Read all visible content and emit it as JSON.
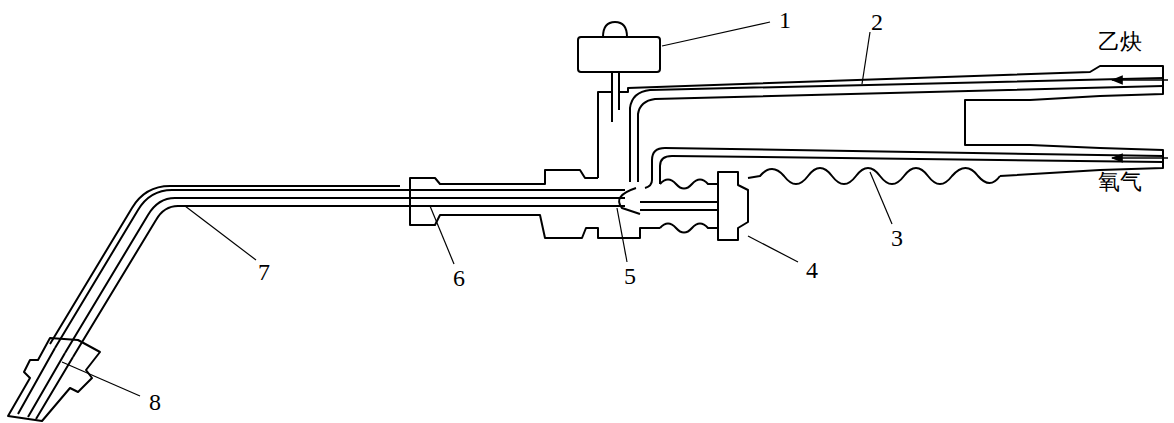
{
  "diagram": {
    "labels": [
      "1",
      "2",
      "3",
      "4",
      "5",
      "6",
      "7",
      "8",
      "乙炔",
      "氧气"
    ]
  }
}
